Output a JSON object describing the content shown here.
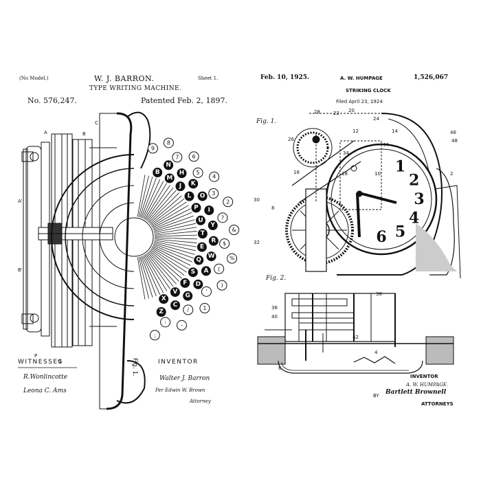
{
  "left_patent": {
    "no_model": "(No Model.)",
    "inventor_name": "W. J. BARRON.",
    "sheet": "Sheet 1.",
    "title": "TYPE WRITING MACHINE.",
    "number": "No. 576,247.",
    "patented": "Patented Feb. 2, 1897.",
    "witnesses_label": "WITNESSES",
    "inventor_label": "INVENTOR",
    "figure_label": "Fig. 1.",
    "witness_sig_1": "R.Wonlincotte",
    "witness_sig_2": "Leona C. Ams",
    "inventor_sig": "Walter J. Barron",
    "attorney_sig": "Per Edwin W. Brown",
    "attorney_label": "Attorney",
    "keys_inner": [
      "B",
      "N",
      "M",
      "H",
      "J",
      "K",
      "L",
      "O",
      "P",
      "I",
      "U",
      "Y",
      "T",
      "R",
      "E",
      "W",
      "Q",
      "A",
      "S",
      "D",
      "F",
      "G",
      "V",
      "C",
      "X",
      "Z"
    ],
    "keys_outer": [
      "9",
      "8",
      "7",
      "6",
      "5",
      "4",
      "3",
      "2",
      "?",
      "&",
      "$",
      "%",
      "(",
      ")",
      "'",
      "1",
      "/",
      "-",
      ":",
      ";"
    ]
  },
  "right_patent": {
    "date": "Feb. 10, 1925.",
    "inventor_name": "A. W. HUMPAGE",
    "number": "1,526,067",
    "title": "STRIKING CLOCK",
    "filed": "Filed April 23, 1924",
    "fig1_label": "Fig. 1.",
    "fig2_label": "Fig. 2.",
    "inventor_label": "INVENTOR",
    "inventor_small": "A. W. HUMPAGE.",
    "by_label": "BY",
    "attorney_sig": "Bartlett Brownell",
    "attorneys_label": "ATTORNEYS",
    "clock_numerals": [
      "1",
      "2",
      "3",
      "4",
      "5",
      "6"
    ],
    "ref_numerals": [
      "28",
      "22",
      "20",
      "24",
      "26",
      "12",
      "16",
      "14",
      "44",
      "46",
      "48",
      "2",
      "18",
      "34",
      "10",
      "30",
      "32",
      "8",
      "38",
      "36",
      "40",
      "42",
      "4",
      "6"
    ]
  }
}
